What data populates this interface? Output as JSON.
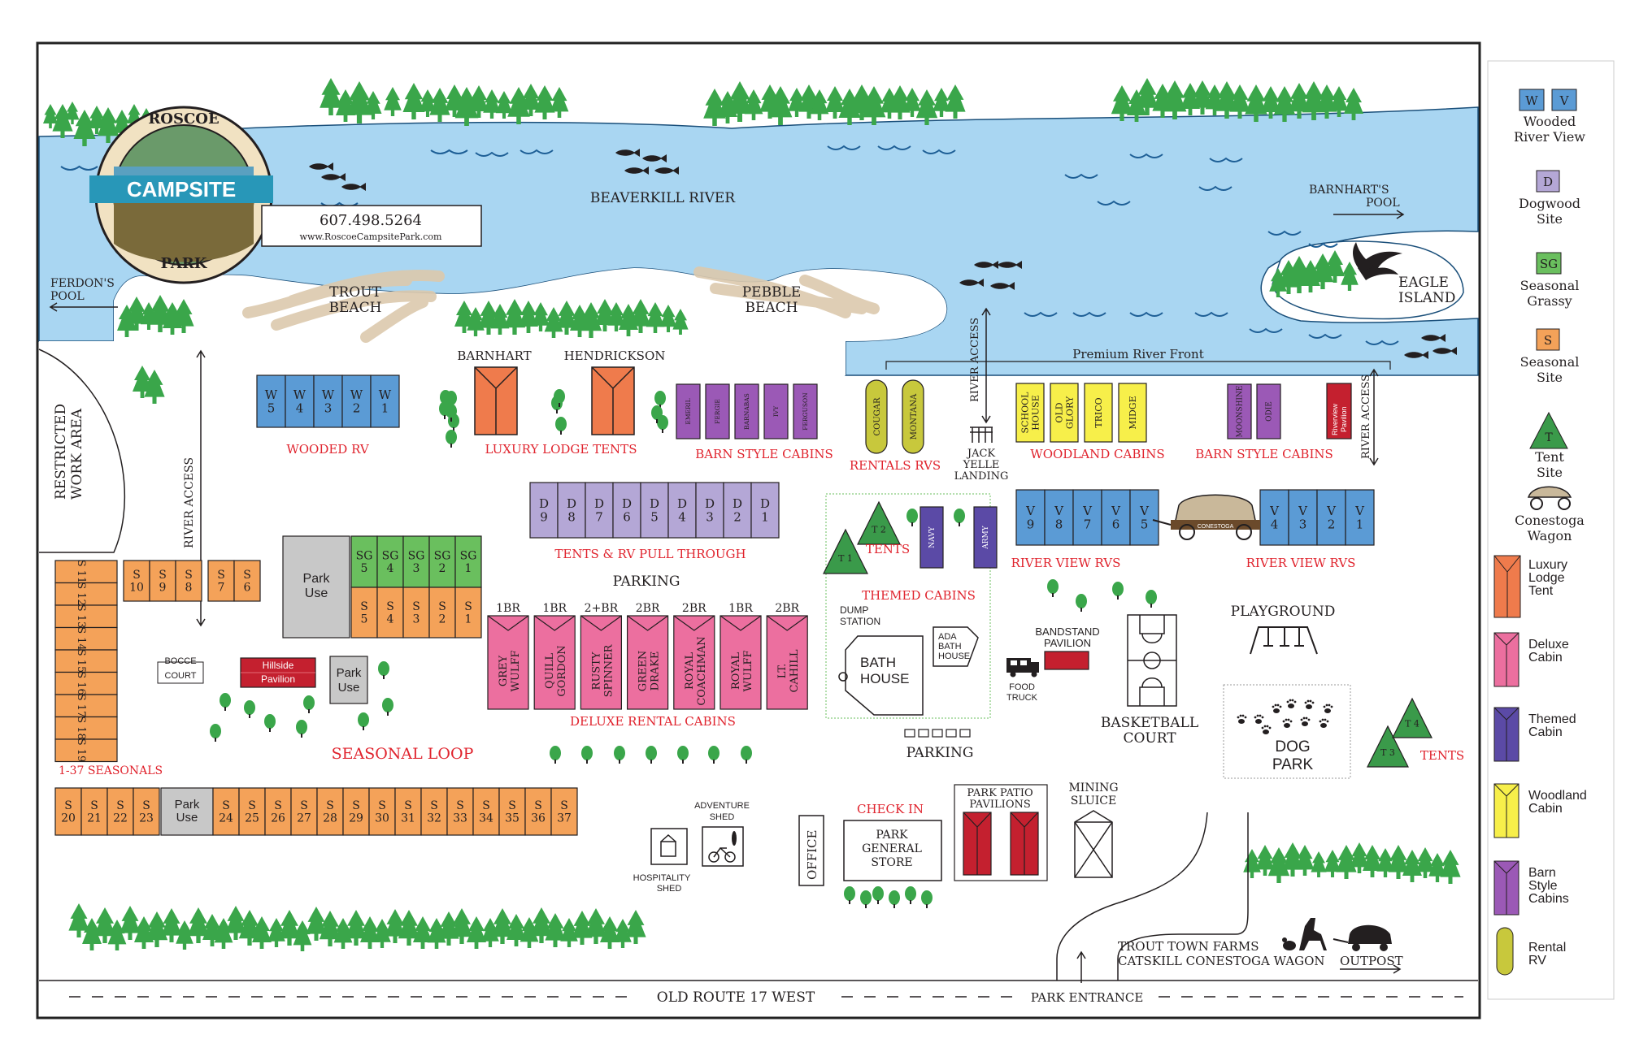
{
  "colors": {
    "water": "#a9d6f2",
    "tree": "#3aa64a",
    "sand": "#dcc9ad",
    "rv_blue": "#5b9bd5",
    "dogwood": "#b4a7d6",
    "seasonal_grassy": "#6abf5e",
    "seasonal": "#f4a259",
    "tent": "#3a9a4a",
    "luxury_lodge": "#ef7b4c",
    "deluxe": "#ec6f9f",
    "themed": "#5b4aa6",
    "woodland": "#f7ef4a",
    "barn": "#9b59b6",
    "rental_rv": "#c8c83c",
    "pavilion_red": "#c4202f",
    "park_use": "#c8c8c8",
    "label_red": "#e0232d"
  },
  "logo": {
    "top": "ROSCOE",
    "banner": "CAMPSITE",
    "bottom": "PARK",
    "phone": "607.498.5264",
    "website": "www.RoscoeCampsitePark.com"
  },
  "water_labels": {
    "river": "BEAVERKILL RIVER",
    "ferdons_pool": [
      "FERDON'S",
      "POOL"
    ],
    "barnharts_pool": [
      "BARNHART'S",
      "POOL"
    ],
    "eagle_island": [
      "EAGLE",
      "ISLAND"
    ],
    "trout_beach": [
      "TROUT",
      "BEACH"
    ],
    "pebble_beach": [
      "PEBBLE",
      "BEACH"
    ],
    "premium_river_front": "Premium River Front"
  },
  "areas": {
    "restricted": [
      "RESTRICTED",
      "WORK AREA"
    ],
    "river_access": "RIVER ACCESS",
    "wooded_rv": "WOODED RV",
    "luxury_lodge_tents": "LUXURY LODGE TENTS",
    "barnhart": "BARNHART",
    "hendrickson": "HENDRICKSON",
    "barn_style_cabins": "BARN STYLE CABINS",
    "rentals_rvs": "RENTALS RVS",
    "jack_yelle": [
      "JACK",
      "YELLE",
      "LANDING"
    ],
    "woodland_cabins": "WOODLAND CABINS",
    "tents_rv_pull": "TENTS & RV PULL THROUGH",
    "parking": "PARKING",
    "tents": "TENTS",
    "themed_cabins": "THEMED CABINS",
    "river_view_rvs": "RIVER VIEW RVS",
    "conestoga": "CONESTOGA",
    "playground": "PLAYGROUND",
    "deluxe_rental_cabins": "DELUXE RENTAL CABINS",
    "seasonal_loop": "SEASONAL LOOP",
    "seasonals": "1-37 SEASONALS",
    "bocce": [
      "BOCCE",
      "COURT"
    ],
    "hillside": [
      "Hillside",
      "Pavilion"
    ],
    "park_use": [
      "Park",
      "Use"
    ],
    "dump_station": [
      "DUMP",
      "STATION"
    ],
    "bath_house": [
      "BATH",
      "HOUSE"
    ],
    "ada_bath": [
      "ADA",
      "BATH",
      "HOUSE"
    ],
    "bandstand": [
      "BANDSTAND",
      "PAVILION"
    ],
    "food_truck": [
      "FOOD",
      "TRUCK"
    ],
    "basketball": [
      "BASKETBALL",
      "COURT"
    ],
    "dog_park": [
      "DOG",
      "PARK"
    ],
    "adventure_shed": [
      "ADVENTURE",
      "SHED"
    ],
    "hospitality_shed": [
      "HOSPITALITY",
      "SHED"
    ],
    "office": "OFFICE",
    "check_in": "CHECK IN",
    "general_store": [
      "PARK",
      "GENERAL",
      "STORE"
    ],
    "patio_pavilions": [
      "PARK PATIO",
      "PAVILIONS"
    ],
    "mining_sluice": [
      "MINING",
      "SLUICE"
    ],
    "trout_town_farms": "TROUT TOWN FARMS",
    "catskill_conestoga": "CATSKILL CONESTOGA WAGON",
    "outpost": "OUTPOST",
    "road": "OLD ROUTE 17 WEST",
    "park_entrance": "PARK ENTRANCE"
  },
  "sites": {
    "wooded_rv": [
      [
        "W",
        "5"
      ],
      [
        "W",
        "4"
      ],
      [
        "W",
        "3"
      ],
      [
        "W",
        "2"
      ],
      [
        "W",
        "1"
      ]
    ],
    "dogwood": [
      [
        "D",
        "9"
      ],
      [
        "D",
        "8"
      ],
      [
        "D",
        "7"
      ],
      [
        "D",
        "6"
      ],
      [
        "D",
        "5"
      ],
      [
        "D",
        "4"
      ],
      [
        "D",
        "3"
      ],
      [
        "D",
        "2"
      ],
      [
        "D",
        "1"
      ]
    ],
    "river_view_left": [
      [
        "V",
        "9"
      ],
      [
        "V",
        "8"
      ],
      [
        "V",
        "7"
      ],
      [
        "V",
        "6"
      ],
      [
        "V",
        "5"
      ]
    ],
    "river_view_right": [
      [
        "V",
        "4"
      ],
      [
        "V",
        "3"
      ],
      [
        "V",
        "2"
      ],
      [
        "V",
        "1"
      ]
    ],
    "seasonal_grassy": [
      [
        "SG",
        "5"
      ],
      [
        "SG",
        "4"
      ],
      [
        "SG",
        "3"
      ],
      [
        "SG",
        "2"
      ],
      [
        "SG",
        "1"
      ]
    ],
    "seasonal_mid": [
      [
        "S",
        "5"
      ],
      [
        "S",
        "4"
      ],
      [
        "S",
        "3"
      ],
      [
        "S",
        "2"
      ],
      [
        "S",
        "1"
      ]
    ],
    "seasonal_top_a": [
      [
        "S",
        "10"
      ],
      [
        "S",
        "9"
      ],
      [
        "S",
        "8"
      ]
    ],
    "seasonal_top_b": [
      [
        "S",
        "7"
      ],
      [
        "S",
        "6"
      ]
    ],
    "seasonal_column": [
      "S 11",
      "S 12",
      "S 13",
      "S 14",
      "S 15",
      "S 16",
      "S 17",
      "S 18",
      "S 19"
    ],
    "seasonal_bottom_left": [
      [
        "S",
        "20"
      ],
      [
        "S",
        "21"
      ],
      [
        "S",
        "22"
      ],
      [
        "S",
        "23"
      ]
    ],
    "seasonal_bottom_right": [
      [
        "S",
        "24"
      ],
      [
        "S",
        "25"
      ],
      [
        "S",
        "26"
      ],
      [
        "S",
        "27"
      ],
      [
        "S",
        "28"
      ],
      [
        "S",
        "29"
      ],
      [
        "S",
        "30"
      ],
      [
        "S",
        "31"
      ],
      [
        "S",
        "32"
      ],
      [
        "S",
        "33"
      ],
      [
        "S",
        "34"
      ],
      [
        "S",
        "35"
      ],
      [
        "S",
        "36"
      ],
      [
        "S",
        "37"
      ]
    ],
    "barn_cabins_left": [
      "EMERIL",
      "FERGIE",
      "BARNABAS",
      "IVY",
      "FERGUSON"
    ],
    "barn_cabins_right": [
      "MOONSHINE",
      "ODIE"
    ],
    "riverview_pavilion": [
      "Riverview",
      "Pavilion"
    ],
    "rental_rvs": [
      "COUGAR",
      "MONTANA"
    ],
    "woodland": [
      [
        "SCHOOL",
        "HOUSE"
      ],
      [
        "OLD",
        "GLORY"
      ],
      [
        "TRICO"
      ],
      [
        "MIDGE"
      ]
    ],
    "deluxe": [
      {
        "size": "1BR",
        "name": [
          "GREY",
          "WULFF"
        ]
      },
      {
        "size": "1BR",
        "name": [
          "QUILL",
          "GORDON"
        ]
      },
      {
        "size": "2+BR",
        "name": [
          "RUSTY",
          "SPINNER"
        ]
      },
      {
        "size": "2BR",
        "name": [
          "GREEN",
          "DRAKE"
        ]
      },
      {
        "size": "2BR",
        "name": [
          "ROYAL",
          "COACHMAN"
        ]
      },
      {
        "size": "1BR",
        "name": [
          "ROYAL",
          "WULFF"
        ]
      },
      {
        "size": "2BR",
        "name": [
          "LT.",
          "CAHILL"
        ]
      }
    ],
    "themed": [
      "NAVY",
      "ARMY"
    ],
    "tent_sites": [
      "T 1",
      "T 2",
      "T 3",
      "T 4"
    ]
  },
  "legend": [
    {
      "key": "wooded",
      "swatch": "rv_blue",
      "letters": [
        "W",
        "V"
      ],
      "label": [
        "Wooded",
        "River View"
      ]
    },
    {
      "key": "dogwood",
      "swatch": "dogwood",
      "letters": [
        "D"
      ],
      "label": [
        "Dogwood",
        "Site"
      ]
    },
    {
      "key": "sg",
      "swatch": "seasonal_grassy",
      "letters": [
        "SG"
      ],
      "label": [
        "Seasonal",
        "Grassy"
      ]
    },
    {
      "key": "seasonal",
      "swatch": "seasonal",
      "letters": [
        "S"
      ],
      "label": [
        "Seasonal",
        "Site"
      ]
    },
    {
      "key": "tent",
      "swatch": "tent",
      "letters": [
        "T"
      ],
      "label": [
        "Tent",
        "Site"
      ]
    },
    {
      "key": "conestoga",
      "swatch": "",
      "letters": [],
      "label": [
        "Conestoga",
        "Wagon"
      ]
    },
    {
      "key": "lodge",
      "swatch": "luxury_lodge",
      "letters": [],
      "label": [
        "Luxury",
        "Lodge",
        "Tent"
      ]
    },
    {
      "key": "deluxe",
      "swatch": "deluxe",
      "letters": [],
      "label": [
        "Deluxe",
        "Cabin"
      ]
    },
    {
      "key": "themed",
      "swatch": "themed",
      "letters": [],
      "label": [
        "Themed",
        "Cabin"
      ]
    },
    {
      "key": "woodland",
      "swatch": "woodland",
      "letters": [],
      "label": [
        "Woodland",
        "Cabin"
      ]
    },
    {
      "key": "barn",
      "swatch": "barn",
      "letters": [],
      "label": [
        "Barn",
        "Style",
        "Cabins"
      ]
    },
    {
      "key": "rental",
      "swatch": "rental_rv",
      "letters": [],
      "label": [
        "Rental",
        "RV"
      ]
    }
  ]
}
